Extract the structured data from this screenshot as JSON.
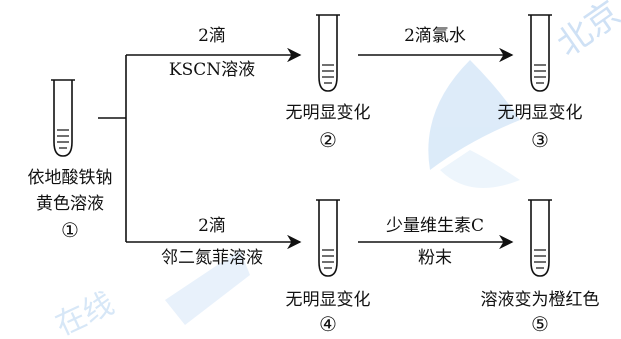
{
  "tube1": {
    "line1": "依地酸铁钠",
    "line2": "黄色溶液",
    "number": "①"
  },
  "step_top": {
    "above": "2滴",
    "below": "KSCN溶液"
  },
  "tube2": {
    "caption": "无明显变化",
    "number": "②"
  },
  "step_top_right": {
    "above": "2滴氯水"
  },
  "tube3": {
    "caption": "无明显变化",
    "number": "③"
  },
  "step_bottom": {
    "above": "2滴",
    "below": "邻二氮菲溶液"
  },
  "tube4": {
    "caption": "无明显变化",
    "number": "④"
  },
  "step_bottom_right": {
    "above": "少量维生素C",
    "below": "粉末"
  },
  "tube5": {
    "caption": "溶液变为橙红色",
    "number": "⑤"
  },
  "watermark": {
    "text_top_right": "北京",
    "text_bottom_left": "在线"
  }
}
